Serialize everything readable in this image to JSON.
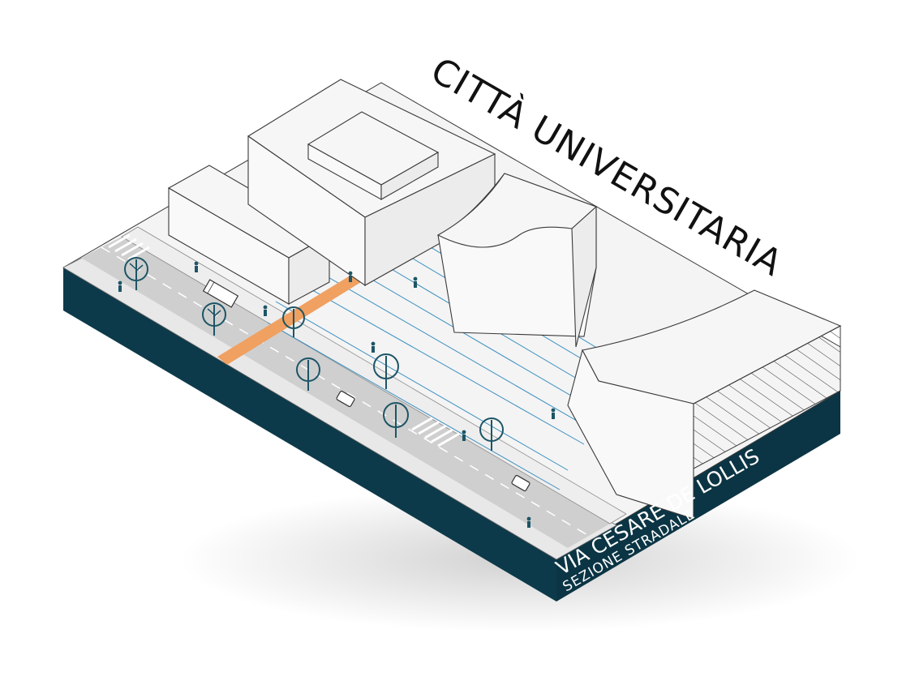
{
  "labels": {
    "district_title": "CITTÀ UNIVERSITARIA",
    "street_name": "VIA CESARE DE LOLLIS",
    "section_subtitle": "SEZIONE  STRADALE"
  },
  "colors": {
    "base_dark": "#0d3a4a",
    "crossing_orange": "#f0a060",
    "lane_lines": "#3a8fc0",
    "road_grey": "#d4d4d4",
    "building_white": "#f7f7f7",
    "figures": "#1d5566"
  },
  "icons": [
    "tree-icon",
    "bus-icon",
    "car-icon",
    "pedestrian-icon",
    "cyclist-icon"
  ]
}
